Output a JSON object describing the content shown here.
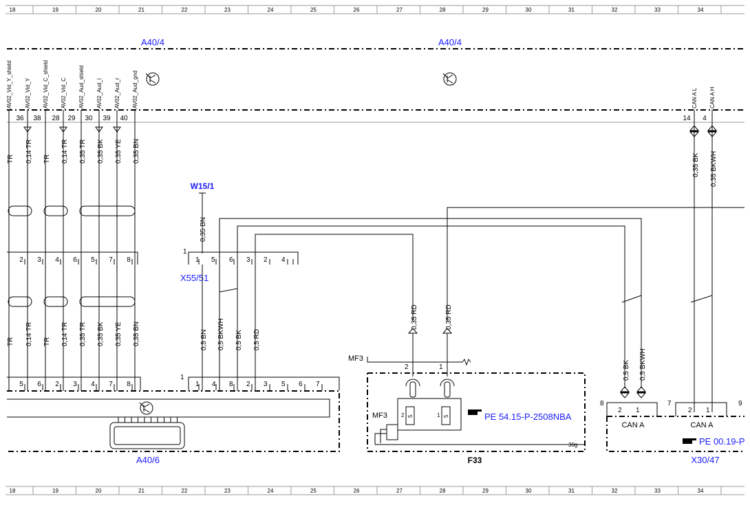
{
  "grid": {
    "columns": [
      "18",
      "19",
      "20",
      "21",
      "22",
      "23",
      "24",
      "25",
      "26",
      "27",
      "28",
      "29",
      "30",
      "31",
      "32",
      "33",
      "34"
    ]
  },
  "components": {
    "a40_4_left": "A40/4",
    "a40_4_right": "A40/4",
    "w15_1": "W15/1",
    "x55_51": "X55/51",
    "a40_6": "A40/6",
    "f33": "F33",
    "x30_47": "X30/47"
  },
  "signals": [
    "AV02_Vid_Y_shield",
    "AV02_Vid_Y",
    "AV02_Vid_C_shield",
    "AV02_Vid_C",
    "AV02_Aud_shield",
    "AV02_Aud_l",
    "AV02_Aud_r",
    "AV02_Aud_gnd"
  ],
  "can_signals": [
    "CAN A L",
    "CAN A H"
  ],
  "top_pins": [
    "36",
    "38",
    "28",
    "29",
    "30",
    "39",
    "40"
  ],
  "can_pins": [
    "14",
    "4"
  ],
  "wires_upper": [
    "TR",
    "0,14 TR",
    "TR",
    "0,14 TR",
    "0,35 TR",
    "0,35 BK",
    "0,35 YE",
    "0,35 BN"
  ],
  "wires_lower": [
    "TR",
    "0,14 TR",
    "TR",
    "0,14 TR",
    "0,35 TR",
    "0,35 BK",
    "0,35 YE",
    "0,35 BN"
  ],
  "can_wires_upper": [
    "0,35 BK",
    "0,35 BKWH"
  ],
  "w15_wire": "0,35 BN",
  "x55_upper_pins": [
    "1",
    "1",
    "5",
    "6",
    "3",
    "2",
    "4"
  ],
  "x55_lower_pins": [
    "1",
    "1",
    "4",
    "8",
    "2",
    "3",
    "5",
    "6",
    "7"
  ],
  "mid_wires_lower": [
    "0,5 BN",
    "0,5 BKWH",
    "0,5 BK",
    "0,5 RD"
  ],
  "rd_wires": [
    "0,35 RD",
    "0,35 RD"
  ],
  "left_conn_upper_pins": [
    "2",
    "3",
    "4",
    "6",
    "5",
    "7",
    "8"
  ],
  "left_conn_lower_pins": [
    "5",
    "6",
    "2",
    "3",
    "4",
    "7",
    "8"
  ],
  "can_lower_wires": [
    "0,5 BK",
    "0,5 BKWH"
  ],
  "mf3": "MF3",
  "mf3_inner": "MF3",
  "fuse_pins": [
    "2",
    "1"
  ],
  "fuse_labels": [
    "2",
    "1"
  ],
  "fuse_rating": [
    "5",
    "5"
  ],
  "fuse_ground": "30g",
  "ref_pe_54": "PE 54.15-P-2508NBA",
  "ref_pe_00": "PE 00.19-P",
  "can_a_left": "CAN A",
  "can_a_right": "CAN A",
  "can_block_left_num": "8",
  "can_block_right_num": "7",
  "can_block_far_num": "9",
  "can_pins_left": [
    "2",
    "1"
  ],
  "can_pins_right": [
    "2",
    "1"
  ]
}
